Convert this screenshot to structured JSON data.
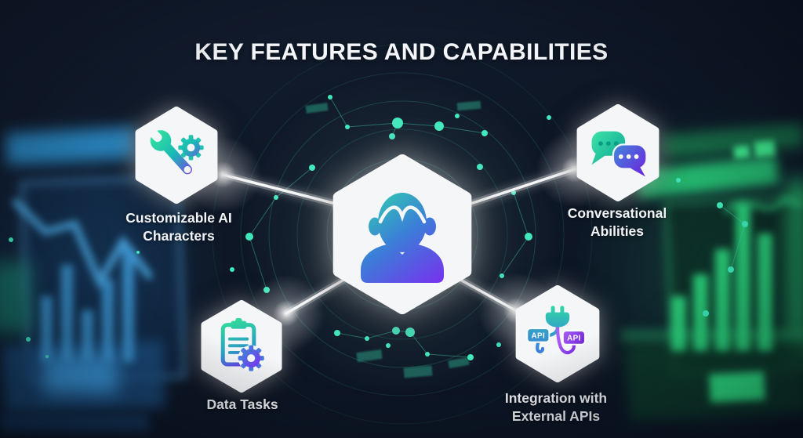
{
  "title": "KEY FEATURES AND CAPABILITIES",
  "center_node": {
    "icon": "person-avatar-icon"
  },
  "features": [
    {
      "id": "customizable-ai-characters",
      "label": "Customizable AI\nCharacters",
      "icon": "wrench-gear-icon"
    },
    {
      "id": "conversational-abilities",
      "label": "Conversational\nAbilities",
      "icon": "chat-bubbles-icon"
    },
    {
      "id": "data-tasks",
      "label": "Data Tasks",
      "icon": "clipboard-gear-icon"
    },
    {
      "id": "integration-external-apis",
      "label": "Integration with\nExternal APIs",
      "icon": "api-plug-icon"
    }
  ],
  "api_badge": "API",
  "colors": {
    "background": "#0e1726",
    "accent_teal": "#2fd9ac",
    "accent_blue": "#3b82d6",
    "accent_purple": "#7b2ff2",
    "hexagon_fill": "#f5f6f8",
    "text": "#f3f5f8",
    "left_chart_glow": "#3f9fdf",
    "right_chart_glow": "#2ee584"
  }
}
